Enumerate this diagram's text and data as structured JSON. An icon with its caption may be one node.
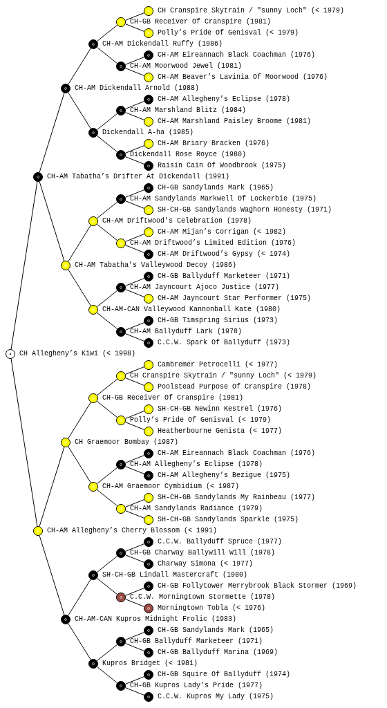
{
  "diagram": {
    "nodes": [
      {
        "text": [
          "CH Cranspire Skytrain / \"sunny Loch\" (< 1979)"
        ]
      },
      {
        "text": [
          "CH-GB Receiver Of Cranspire (1981)"
        ]
      },
      {
        "text": [
          "Polly’s Pride Of Genisval (< 1979)"
        ]
      },
      {
        "text": [
          "CH-AM Dickendall Ruffy (1986)"
        ]
      },
      {
        "text": [
          "CH-AM Eireannach Black Coachman (1976)"
        ]
      },
      {
        "text": [
          "CH-AM Moorwood Jewel (1981)"
        ]
      },
      {
        "text": [
          "CH-AM Beaver’s Lavinia Of Moorwood (1976)"
        ]
      },
      {
        "text": [
          "CH-AM Dickendall Arnold (1988)"
        ]
      },
      {
        "text": [
          "CH-AM Allegheny’s Eclipse (1978)"
        ]
      },
      {
        "text": [
          "CH-AM Marshland Blitz (1984)"
        ]
      },
      {
        "text": [
          "CH-AM Marshland Paisley Broome (1981)"
        ]
      },
      {
        "text": [
          "Dickendall A-ha (1985)"
        ]
      },
      {
        "text": [
          "CH-AM Briary Bracken (1976)"
        ]
      },
      {
        "text": [
          "Dickendall Rose Royce (1980)"
        ]
      },
      {
        "text": [
          "Raisin Cain Of Woodbrook (1975)"
        ]
      },
      {
        "text": [
          "CH-AM Tabatha’s Drifter At Dickendall (1991)"
        ]
      },
      {
        "text": [
          "CH-GB Sandylands Mark (1965)"
        ]
      },
      {
        "text": [
          "CH-AM Sandylands Markwell Of Lockerbie (1975)"
        ]
      },
      {
        "text": [
          "SH-CH-GB Sandylands Waghorn Honesty (1971)"
        ]
      },
      {
        "text": [
          "CH-AM Driftwood’s Celebration (1978)"
        ]
      },
      {
        "text": [
          "CH-AM Mijan’s Corrigan (< 1982)"
        ]
      },
      {
        "text": [
          "CH-AM Driftwood’s Limited Edition (1976)"
        ]
      },
      {
        "text": [
          "CH-AM Driftwood’s Gypsy (< 1974)"
        ]
      },
      {
        "text": [
          "CH-AM Tabatha’s Valleywood Decoy (1986)"
        ]
      },
      {
        "text": [
          "CH-GB Ballyduff Marketeer (1971)"
        ]
      },
      {
        "text": [
          "CH-AM Jayncourt Ajoco Justice (1977)"
        ]
      },
      {
        "text": [
          "CH-AM Jayncourt Star Performer (1975)"
        ]
      },
      {
        "text": [
          "CH-AM-CAN Valleywood Kannonball Kate (1980)"
        ]
      },
      {
        "text": [
          "CH-GB Timspring Sirius (1973)"
        ]
      },
      {
        "text": [
          "CH-AM Ballyduff Lark (1978)"
        ]
      },
      {
        "text": [
          "C.C.W. Spark Of Ballyduff (1973)"
        ]
      },
      {
        "text": [
          "CH Allegheny’s Kiwi (< 1998)"
        ]
      },
      {
        "text": [
          "Cambremer Petrocelli (< 1977)"
        ]
      },
      {
        "text": [
          "CH Cranspire Skytrain / \"sunny Loch\" (< 1979)"
        ]
      },
      {
        "text": [
          "Poolstead Purpose Of Cranspire (1978)"
        ]
      },
      {
        "text": [
          "CH-GB Receiver Of Cranspire (1981)"
        ]
      },
      {
        "text": [
          "SH-CH-GB Newinn Kestrel (1976)"
        ]
      },
      {
        "text": [
          "Polly’s Pride Of Genisval (< 1979)"
        ]
      },
      {
        "text": [
          "Heatherbourne Genista (< 1977)"
        ]
      },
      {
        "text": [
          "CH Graemoor Bombay (1987)"
        ]
      },
      {
        "text": [
          "CH-AM Eireannach Black Coachman (1976)"
        ]
      },
      {
        "text": [
          "CH-AM Allegheny’s Eclipse (1978)"
        ]
      },
      {
        "text": [
          "CH-AM Allegheny’s Bezigue (1975)"
        ]
      },
      {
        "text": [
          "CH-AM Graemoor Cymbidium (< 1987)"
        ]
      },
      {
        "text": [
          "SH-CH-GB Sandylands My Rainbeau (1977)"
        ]
      },
      {
        "text": [
          "CH-AM Sandylands Radiance (1979)"
        ]
      },
      {
        "text": [
          "SH-CH-GB Sandylands Sparkle (1975)"
        ]
      },
      {
        "text": [
          "CH-AM Allegheny’s Cherry Blossom (< 1991)"
        ]
      },
      {
        "text": [
          "C.C.W. Ballyduff Spruce (1977)"
        ]
      },
      {
        "text": [
          "CH-GB Charway Ballywill Will (1978)"
        ]
      },
      {
        "text": [
          "Charway Simona (< 1977)"
        ]
      },
      {
        "text": [
          "SH-CH-GB Lindall Mastercraft (1980)"
        ]
      },
      {
        "text": [
          "CH-GB Follytower Merrybrook Black Stormer (1969)"
        ]
      },
      {
        "text": [
          "C.C.W. Morningtown Stormette (1978)"
        ]
      },
      {
        "text": [
          "Morningtown Tobla (< 1976)"
        ]
      },
      {
        "text": [
          "CH-AM-CAN Kupros Midnight Frolic (1983)"
        ]
      },
      {
        "text": [
          "CH-GB Sandylands Mark (1965)"
        ]
      },
      {
        "text": [
          "CH-GB Ballyduff Marketeer (1971)"
        ]
      },
      {
        "text": [
          "CH-GB Ballyduff Marina (1969)"
        ]
      },
      {
        "text": [
          "Kupros Bridget (< 1981)"
        ]
      },
      {
        "text": [
          "CH-GB Squire Of Ballyduff (1974)"
        ]
      },
      {
        "text": [
          "CH-GB Kupros Lady’s Pride (1977)"
        ]
      },
      {
        "text": [
          "C.C.W. Kupros My Lady (1975)"
        ]
      }
    ],
    "edges": [
      {
        "from": 1,
        "to": 0,
        "arrow": "none"
      },
      {
        "from": 1,
        "to": 2,
        "arrow": "none"
      },
      {
        "from": 3,
        "to": 1,
        "arrow": "none"
      },
      {
        "from": 3,
        "to": 5,
        "arrow": "none"
      },
      {
        "from": 5,
        "to": 4,
        "arrow": "none"
      },
      {
        "from": 5,
        "to": 6,
        "arrow": "none"
      },
      {
        "from": 7,
        "to": 3,
        "arrow": "none"
      },
      {
        "from": 7,
        "to": 11,
        "arrow": "none"
      },
      {
        "from": 9,
        "to": 8,
        "arrow": "none"
      },
      {
        "from": 9,
        "to": 10,
        "arrow": "none"
      },
      {
        "from": 11,
        "to": 9,
        "arrow": "none"
      },
      {
        "from": 11,
        "to": 13,
        "arrow": "none"
      },
      {
        "from": 13,
        "to": 12,
        "arrow": "none"
      },
      {
        "from": 13,
        "to": 14,
        "arrow": "none"
      },
      {
        "from": 15,
        "to": 7,
        "arrow": "none"
      },
      {
        "from": 15,
        "to": 23,
        "arrow": "none"
      },
      {
        "from": 17,
        "to": 16,
        "arrow": "none"
      },
      {
        "from": 17,
        "to": 18,
        "arrow": "none"
      },
      {
        "from": 19,
        "to": 17,
        "arrow": "none"
      },
      {
        "from": 19,
        "to": 21,
        "arrow": "none"
      },
      {
        "from": 21,
        "to": 20,
        "arrow": "none"
      },
      {
        "from": 21,
        "to": 22,
        "arrow": "none"
      },
      {
        "from": 23,
        "to": 19,
        "arrow": "none"
      },
      {
        "from": 23,
        "to": 27,
        "arrow": "none"
      },
      {
        "from": 25,
        "to": 24,
        "arrow": "none"
      },
      {
        "from": 25,
        "to": 26,
        "arrow": "none"
      },
      {
        "from": 27,
        "to": 25,
        "arrow": "none"
      },
      {
        "from": 27,
        "to": 29,
        "arrow": "none"
      },
      {
        "from": 29,
        "to": 28,
        "arrow": "none"
      },
      {
        "from": 29,
        "to": 30,
        "arrow": "none"
      },
      {
        "from": 31,
        "to": 15,
        "arrow": "none"
      },
      {
        "from": 31,
        "to": 47,
        "arrow": "none"
      },
      {
        "from": 33,
        "to": 32,
        "arrow": "none"
      },
      {
        "from": 33,
        "to": 34,
        "arrow": "none"
      },
      {
        "from": 35,
        "to": 33,
        "arrow": "none"
      },
      {
        "from": 35,
        "to": 37,
        "arrow": "none"
      },
      {
        "from": 37,
        "to": 36,
        "arrow": "none"
      },
      {
        "from": 37,
        "to": 38,
        "arrow": "none"
      },
      {
        "from": 39,
        "to": 35,
        "arrow": "none"
      },
      {
        "from": 39,
        "to": 43,
        "arrow": "none"
      },
      {
        "from": 41,
        "to": 40,
        "arrow": "none"
      },
      {
        "from": 41,
        "to": 42,
        "arrow": "none"
      },
      {
        "from": 43,
        "to": 41,
        "arrow": "none"
      },
      {
        "from": 43,
        "to": 45,
        "arrow": "none"
      },
      {
        "from": 45,
        "to": 44,
        "arrow": "none"
      },
      {
        "from": 45,
        "to": 46,
        "arrow": "none"
      },
      {
        "from": 47,
        "to": 39,
        "arrow": "none"
      },
      {
        "from": 47,
        "to": 55,
        "arrow": "none"
      },
      {
        "from": 49,
        "to": 48,
        "arrow": "none"
      },
      {
        "from": 49,
        "to": 50,
        "arrow": "none"
      },
      {
        "from": 51,
        "to": 49,
        "arrow": "none"
      },
      {
        "from": 51,
        "to": 53,
        "arrow": "none"
      },
      {
        "from": 53,
        "to": 52,
        "arrow": "none"
      },
      {
        "from": 53,
        "to": 54,
        "arrow": "none"
      },
      {
        "from": 55,
        "to": 51,
        "arrow": "none"
      },
      {
        "from": 55,
        "to": 59,
        "arrow": "none"
      },
      {
        "from": 57,
        "to": 56,
        "arrow": "none"
      },
      {
        "from": 57,
        "to": 58,
        "arrow": "none"
      },
      {
        "from": 59,
        "to": 57,
        "arrow": "none"
      },
      {
        "from": 59,
        "to": 61,
        "arrow": "none"
      },
      {
        "from": 61,
        "to": 60,
        "arrow": "none"
      },
      {
        "from": 61,
        "to": 62,
        "arrow": "none"
      }
    ]
  }
}
